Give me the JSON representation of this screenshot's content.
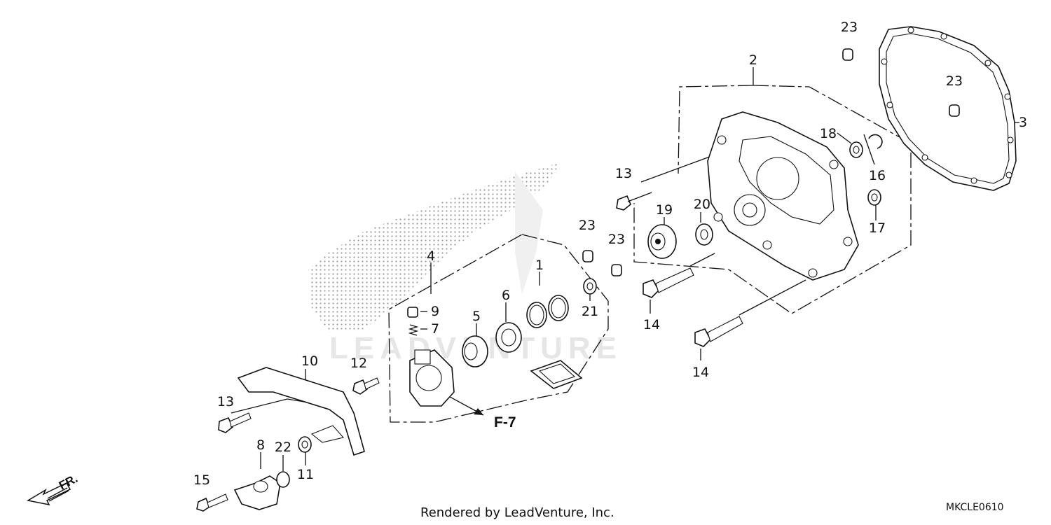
{
  "callouts": [
    {
      "id": "1",
      "label": "1"
    },
    {
      "id": "2",
      "label": "2"
    },
    {
      "id": "3",
      "label": "3"
    },
    {
      "id": "4",
      "label": "4"
    },
    {
      "id": "5",
      "label": "5"
    },
    {
      "id": "6",
      "label": "6"
    },
    {
      "id": "7",
      "label": "7"
    },
    {
      "id": "8",
      "label": "8"
    },
    {
      "id": "9",
      "label": "9"
    },
    {
      "id": "10",
      "label": "10"
    },
    {
      "id": "11",
      "label": "11"
    },
    {
      "id": "12",
      "label": "12"
    },
    {
      "id": "13a",
      "label": "13"
    },
    {
      "id": "13b",
      "label": "13"
    },
    {
      "id": "14a",
      "label": "14"
    },
    {
      "id": "14b",
      "label": "14"
    },
    {
      "id": "15",
      "label": "15"
    },
    {
      "id": "16",
      "label": "16"
    },
    {
      "id": "17",
      "label": "17"
    },
    {
      "id": "18",
      "label": "18"
    },
    {
      "id": "19",
      "label": "19"
    },
    {
      "id": "20",
      "label": "20"
    },
    {
      "id": "21",
      "label": "21"
    },
    {
      "id": "22",
      "label": "22"
    },
    {
      "id": "23a",
      "label": "23"
    },
    {
      "id": "23b",
      "label": "23"
    },
    {
      "id": "23c",
      "label": "23"
    },
    {
      "id": "23d",
      "label": "23"
    }
  ],
  "reference": "F-7",
  "direction": "FR.",
  "watermark": "LEADVENTURE",
  "footer": "Rendered by LeadVenture, Inc.",
  "diagram_code": "MKCLE0610"
}
